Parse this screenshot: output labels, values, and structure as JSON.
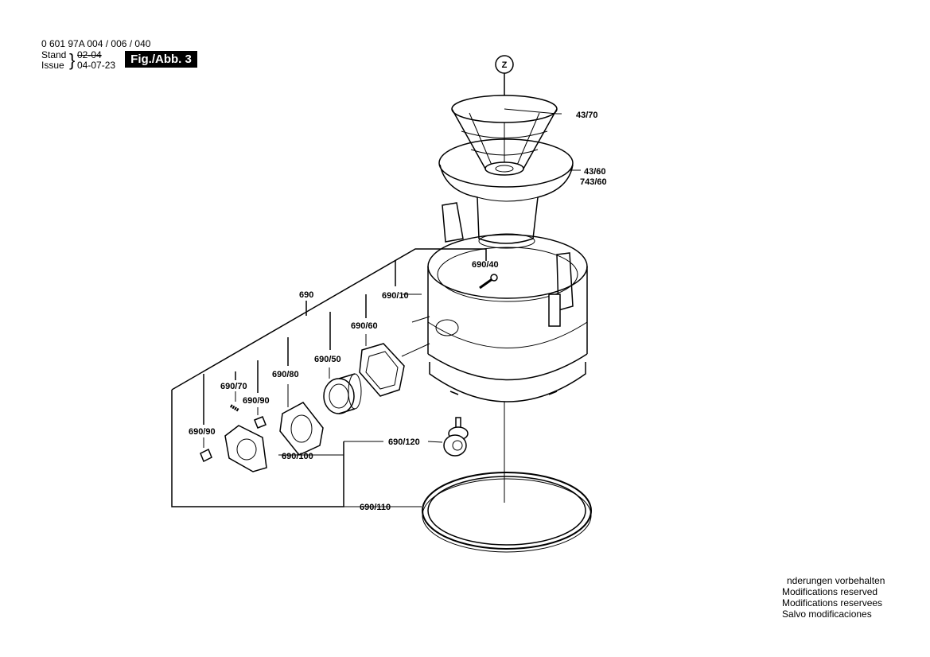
{
  "header": {
    "part_number": "0 601 97A 004 / 006 / 040",
    "stand_label": "Stand",
    "issue_label": "Issue",
    "brace": "}",
    "stand_date": "02-04",
    "issue_date": "04-07-23",
    "figure": "Fig./Abb. 3"
  },
  "callouts": {
    "z": "Z",
    "p43_70": "43/70",
    "p43_60": "43/60",
    "p743_60": "743/60",
    "p690_40": "690/40",
    "p690": "690",
    "p690_10": "690/10",
    "p690_60": "690/60",
    "p690_50": "690/50",
    "p690_80": "690/80",
    "p690_70": "690/70",
    "p690_90a": "690/90",
    "p690_90b": "690/90",
    "p690_120": "690/120",
    "p690_100": "690/100",
    "p690_110": "690/110"
  },
  "footer": {
    "line1": "nderungen vorbehalten",
    "line2": "Modifications reserved",
    "line3": "Modifications reservees",
    "line4": "Salvo modificaciones"
  }
}
